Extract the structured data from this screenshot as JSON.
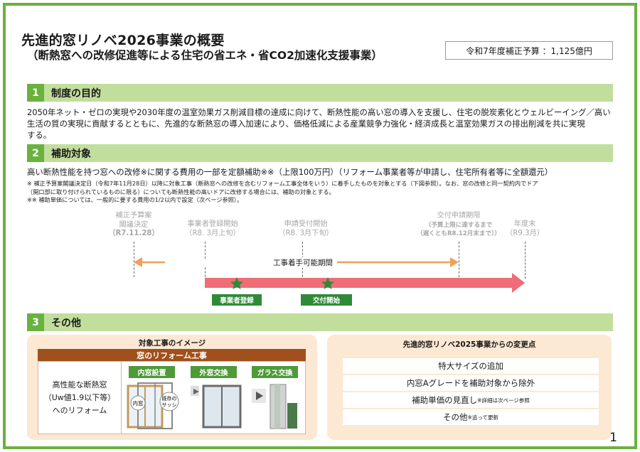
{
  "header": {
    "title_main": "先進的窓リノベ2026事業の概要",
    "title_sub": "（断熱窓への改修促進等による住宅の省エネ・省CO2加速化支援事業）",
    "budget": "令和7年度補正予算 ：1,125億円"
  },
  "section1": {
    "number": "1",
    "title": "制度の目的",
    "text_lines": [
      "2050年ネット・ゼロの実現や2030年度の温室効果ガス削減目標の達成に向けて、断熱性能の高い窓の導入を支援し、住宅の脱炭素化とウェルビーイング／高い",
      "生活の質の実現に貢献するとともに、先進的な断熱窓の導入加速により、価格低減による産業競争力強化・経済成長と温室効果ガスの排出削減を共に実現",
      "する。"
    ]
  },
  "section2": {
    "number": "2",
    "title": "補助対象",
    "main_text": "高い断熱性能を持つ窓への改修※に関する費用の一部を定額補助※※（上限100万円）（リフォーム事業者等が申請し、住宅所有者等に全額還元）",
    "notes": [
      "※  補正予算案閣議決定日（令和7年11月28日）以降に対象工事（断熱窓への改修を含むリフォーム工事全体をいう）に着手したものを対象とする（下図参照）。なお、窓の改修と同一契約内でドア",
      "    （開口部に取り付けられているものに限る）についても断熱性能の高いドアに改修する場合には、補助の対象とする。",
      "※※  補助単価については、一般的に要する費用の1/2以内で設定（次ページ参照）。"
    ],
    "timeline": {
      "milestones": [
        {
          "line1": "補正予算案",
          "line2": "閣議決定",
          "line3": "（R7.11.28）"
        },
        {
          "line1": "事業者登録開始",
          "line2": "（R8. 3月上旬）"
        },
        {
          "line1": "申請受付開始",
          "line2": "（R8. 3月下旬）"
        },
        {
          "line1": "交付申請期限",
          "line2": "（予算上限に達するまで",
          "line3": "（遅くともR8.12月末まで））"
        },
        {
          "line1": "年度末",
          "line2": "（R9.3月）"
        }
      ],
      "period_label": "工事着手可能期間",
      "box_registration": "事業者登録",
      "box_grant_start": "交付開始"
    }
  },
  "section3": {
    "number": "3",
    "title": "その他",
    "left_panel": {
      "title": "対象工事のイメージ",
      "bar": "窓のリフォーム工事",
      "left_text_lines": [
        "高性能な断熱窓",
        "（Uw値1.9以下等）",
        "へのリフォーム"
      ],
      "kinds": [
        "内窓設置",
        "外窓交換",
        "ガラス交換"
      ],
      "inner_label": "内窓",
      "existing_label_1": "既存の",
      "existing_label_2": "サッシ"
    },
    "right_panel": {
      "title": "先進的窓リノベ2025事業からの変更点",
      "items": [
        {
          "text": "特大サイズの追加",
          "note": ""
        },
        {
          "text": "内窓Aグレードを補助対象から除外",
          "note": ""
        },
        {
          "text": "補助単価の見直し",
          "note": "※詳細は次ページ参照"
        },
        {
          "text": "その他",
          "note": "※追って更新"
        }
      ]
    }
  },
  "page_number": "1",
  "colors": {
    "frame_green": "#6ab23e",
    "header_green": "#c2de9c",
    "arrow_orange": "#f0a05a",
    "arrow_red": "#ee6d76",
    "star_green": "#2f8a38",
    "panel_peach": "#fce8d3",
    "bar_brown": "#a0501c"
  }
}
